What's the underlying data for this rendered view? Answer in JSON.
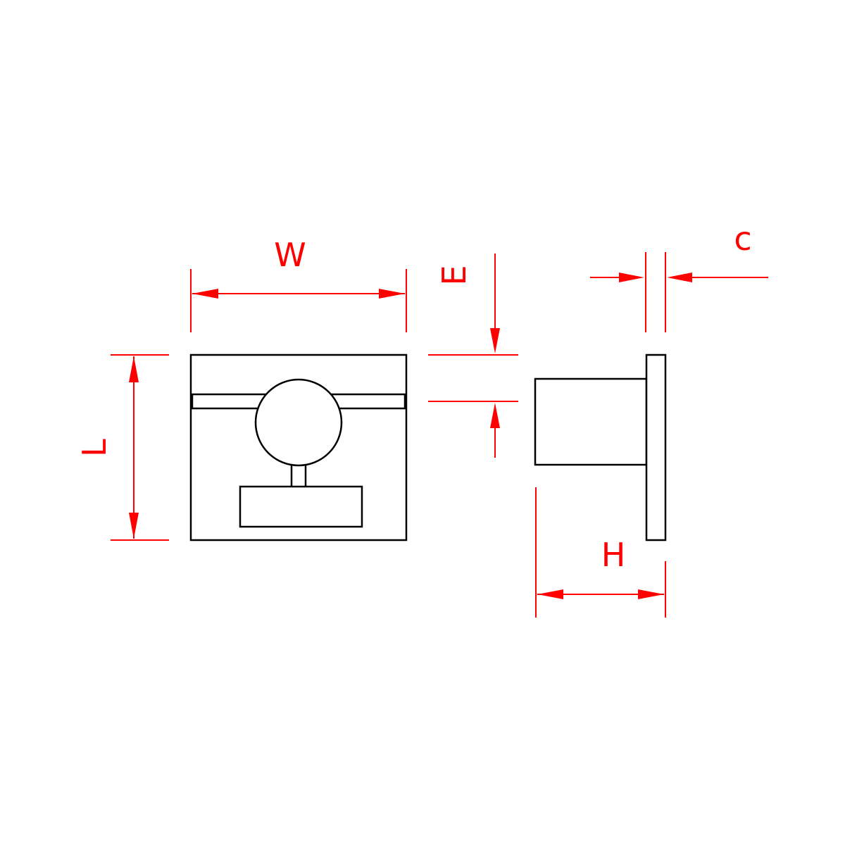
{
  "drawing": {
    "colors": {
      "outline": "#000000",
      "dimension": "#ff0000",
      "background": "#ffffff"
    },
    "dimensions": {
      "width_label": "W",
      "length_label": "L",
      "e_label": "E",
      "c_label": "c",
      "height_label": "H"
    }
  }
}
